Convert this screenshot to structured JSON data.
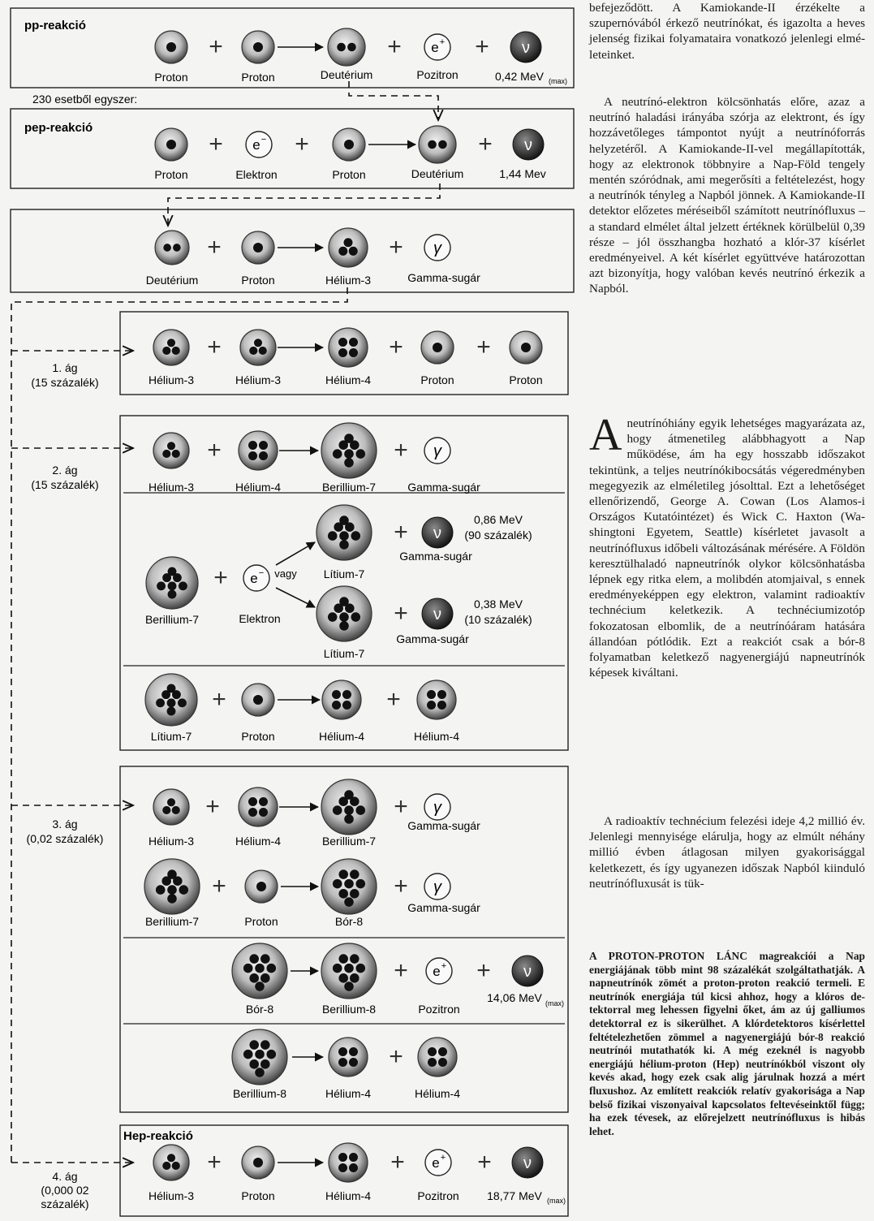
{
  "labels": {
    "pp_title": "pp-reakció",
    "pep_title": "pep-reakció",
    "hep_title": "Hep-reakció",
    "rare_note": "230 esetből egyszer:",
    "plus": "+",
    "vagy": "vagy",
    "proton": "Proton",
    "deuterium": "Deutérium",
    "positron": "Pozitron",
    "electron": "Elektron",
    "helium3": "Hélium-3",
    "helium4": "Hélium-4",
    "beryllium7": "Berillium-7",
    "beryllium8": "Berillium-8",
    "lithium7": "Lítium-7",
    "boron8": "Bór-8",
    "gamma": "Gamma-sugár",
    "e_plus": "e",
    "e_minus": "e",
    "sup_plus": "+",
    "sup_minus": "−",
    "nu": "ν",
    "gamma_sym": "γ",
    "mev_042": "0,42 MeV",
    "mev_144": "1,44 Mev",
    "mev_086": "0,86 MeV",
    "pct_90": "(90 százalék)",
    "mev_038": "0,38 MeV",
    "pct_10": "(10 százalék)",
    "mev_1406": "14,06 MeV",
    "mev_1877": "18,77 MeV",
    "max_sub": "(max)",
    "branch1": "1. ág",
    "branch1_pct": "(15 százalék)",
    "branch2": "2. ág",
    "branch2_pct": "(15 százalék)",
    "branch3": "3. ág",
    "branch3_pct": "(0,02 százalék)",
    "branch4": "4. ág",
    "branch4_pct_a": "(0,000 02",
    "branch4_pct_b": "százalék)"
  },
  "article": {
    "p1": "befejeződött. A Kamiokande-II érzé­kelte a szupernóvából érkező neutrínó­kat, és igazolta a heves jelenség fizikai folyamataira vonatkozó jelenlegi elmé­leteinket.",
    "p2": "A neutrínó-elektron kölcsönhatás előre, azaz a neutrínó haladási irányába szórja az elektront, és így hozzávetőle­ges támpontot nyújt a neutrínóforrás helyzetéről. A Kamiokande-II-vel meg­állapították, hogy az elektronok több­nyire a Nap-Föld tengely mentén szó­ródnak, ami megerősíti a feltételezést, hogy a neutrínók tényleg a Napból jön­nek. A Kamiokande-II detektor előzetes méréseiből számított neutrínófluxus – a standard elmélet által jelzett értéknek körülbelül 0,39 része – jól összhangba hozható a klór-37 kísérlet eredményei­vel. A két kísérlet együttvéve határozot­tan azt bizonyítja, hogy valóban kevés neutrínó érkezik a Napból.",
    "p3_dropcap": "A",
    "p3": "neutrínóhiány egyik lehetséges magyarázata az, hogy átmenetileg alábbhagyott a Nap működése, ám ha egy hosszabb időszakot tekintünk, a teljes neutrínókibocsátás végeredmény­ben megegyezik az elméletileg jósolttal. Ezt a lehetőséget ellenőrizendő, George A. Cowan (Los Alamos-i Országos Ku­tatóintézet) és Wick C. Haxton (Wa­shingtoni Egyetem, Seattle) kísérletet javasolt a neutrínófluxus időbeli válto­zásának mérésére. A Földön keresztül­haladó napneutrínók olykor kölcsönha­tásba lépnek egy ritka elem, a molibdén atomjaival, s ennek eredményeképpen egy elektron, valamint radioaktív tech­nécium keletkezik. A technéciumizotóp fokozatosan elbomlik, de a neutrínó­áram hatására állandóan pótlódik. Ezt a reakciót csak a bór-8 folyamatban kelet­kező nagyenergiájú napneutrínók képe­sek kiváltani.",
    "p4": "A radioaktív technécium felezési ide­je 4,2 millió év. Jelenlegi mennyisége elárulja, hogy az elmúlt néhány millió évben átlagosan milyen gyakorisággal keletkezett, és így ugyanezen időszak Napból kiinduló neutrínófluxusát is tük-"
  },
  "caption": {
    "lead": "A PROTON-PROTON LÁNC",
    "text": "magreakciói a Nap energiájának több mint 98 százalékát szolgáltathatják. A napneutrínók zömét a proton-proton reakció termeli. E neutrínók energiája túl kicsi ahhoz, hogy a klóros de­tektorral meg lehessen figyelni őket, ám az új galliumos detektorral ez is sikerülhet. A klórdetektoros kísérlettel feltételezhetően zömmel a nagyenergiájú bór-8 reakció neut­rínói mutathatók ki. A még ezeknél is na­gyobb energiájú hélium-proton (Hep) neutrí­nókból viszont oly kevés akad, hogy ezek csak alig járulnak hozzá a mért fluxushoz. Az említett reakciók relatív gyakorisága a Nap belső fizikai viszonyaival kapcsolatos feltevéseinktől függ; ha ezek tévesek, az előrejelzett neutrínófluxus is hibás lehet."
  }
}
